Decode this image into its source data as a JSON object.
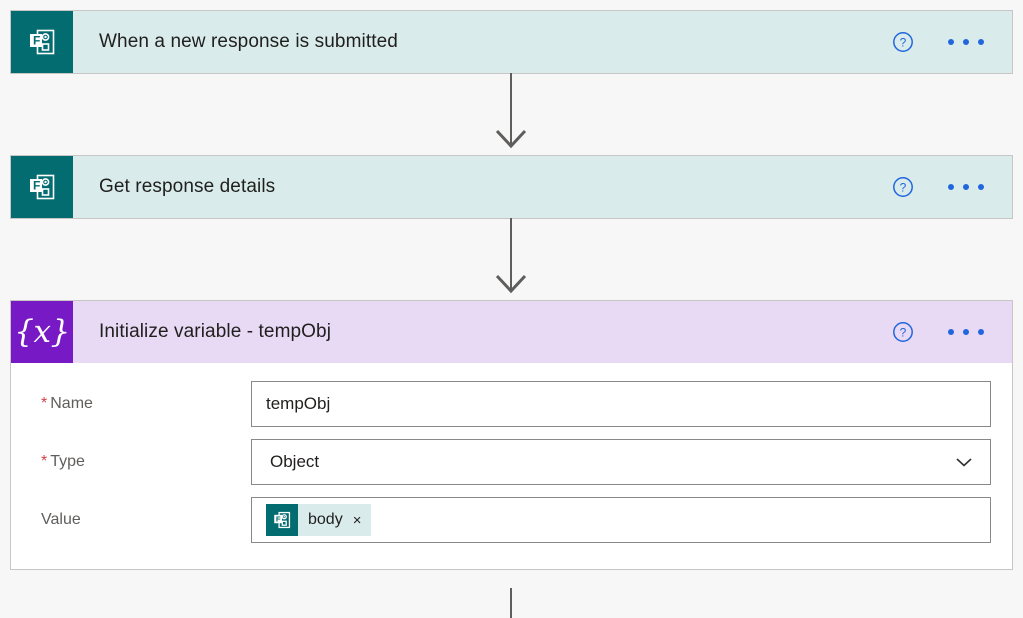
{
  "theme": {
    "canvas_bg": "#f7f7f7",
    "teal_header_bg": "#d9eceb",
    "teal_icon_bg": "#036c70",
    "purple_header_bg": "#e8d9f5",
    "purple_icon_bg": "#7719c5",
    "accent_blue": "#2266dd",
    "required_red": "#d14343",
    "border_gray": "#8a8886"
  },
  "flow": {
    "steps": [
      {
        "title": "When a new response is submitted",
        "icon": "microsoft-forms-icon",
        "icon_color": "#036c70",
        "header_color": "#d9eceb",
        "help_label": "?",
        "menu_label": "...",
        "expanded": false
      },
      {
        "title": "Get response details",
        "icon": "microsoft-forms-icon",
        "icon_color": "#036c70",
        "header_color": "#d9eceb",
        "help_label": "?",
        "menu_label": "...",
        "expanded": false
      },
      {
        "title": "Initialize variable - tempObj",
        "icon": "variable-braces-icon",
        "icon_glyph": "{x}",
        "icon_color": "#7719c5",
        "header_color": "#e8d9f5",
        "help_label": "?",
        "menu_label": "...",
        "expanded": true,
        "fields": [
          {
            "label": "Name",
            "required": true,
            "type": "text",
            "value": "tempObj"
          },
          {
            "label": "Type",
            "required": true,
            "type": "select",
            "value": "Object"
          },
          {
            "label": "Value",
            "required": false,
            "type": "token",
            "token": {
              "icon": "microsoft-forms-icon",
              "label": "body",
              "remove_label": "×"
            }
          }
        ]
      }
    ]
  }
}
